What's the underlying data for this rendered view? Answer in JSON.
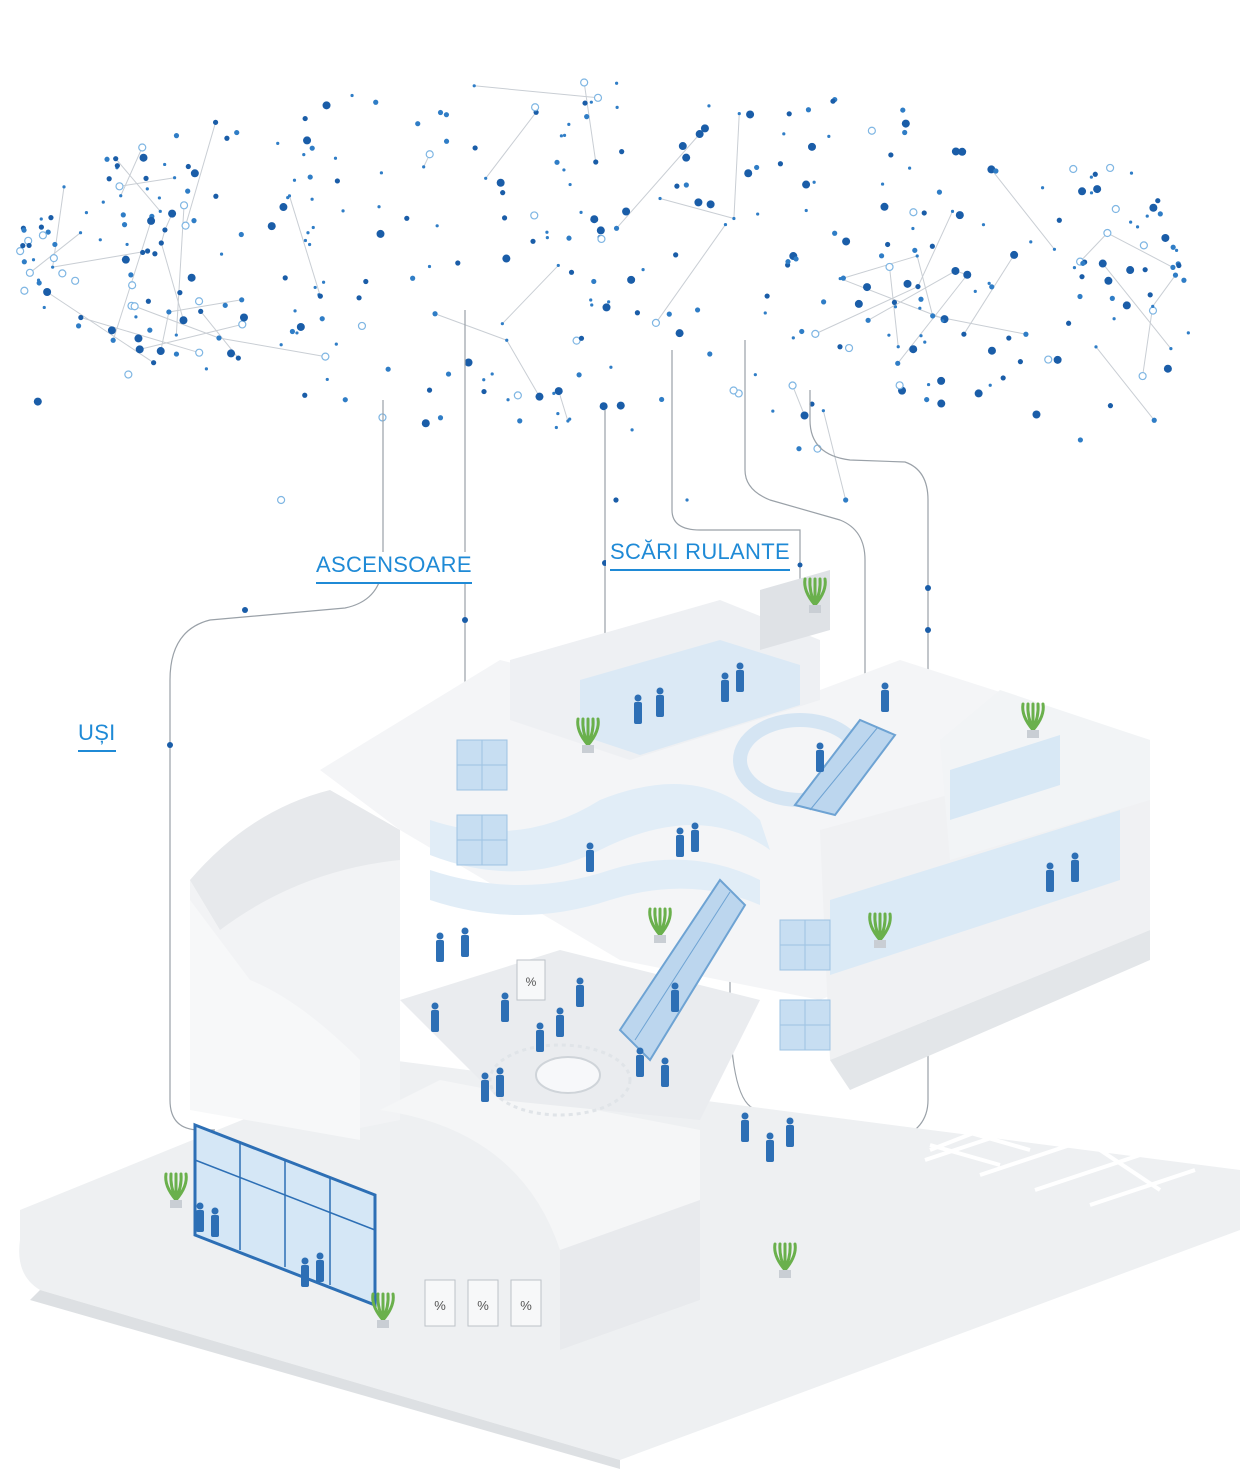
{
  "labels": {
    "doors": "UȘI",
    "elevators": "ASCENSOARE",
    "escalators": "SCĂRI RULANTE"
  },
  "signs": {
    "discount_symbol": "%"
  },
  "colors": {
    "accent": "#1f8ad6",
    "network_dot": "#1a5da8",
    "network_line": "#c9ced4",
    "building_wall": "#eef0f2",
    "building_shadow": "#d9dde1",
    "glass": "#cfe3f4",
    "people": "#2d6fb5"
  },
  "icons": [
    "cloud-network-icon",
    "plant-icon",
    "person-icon",
    "escalator-icon",
    "elevator-icon",
    "door-icon"
  ]
}
